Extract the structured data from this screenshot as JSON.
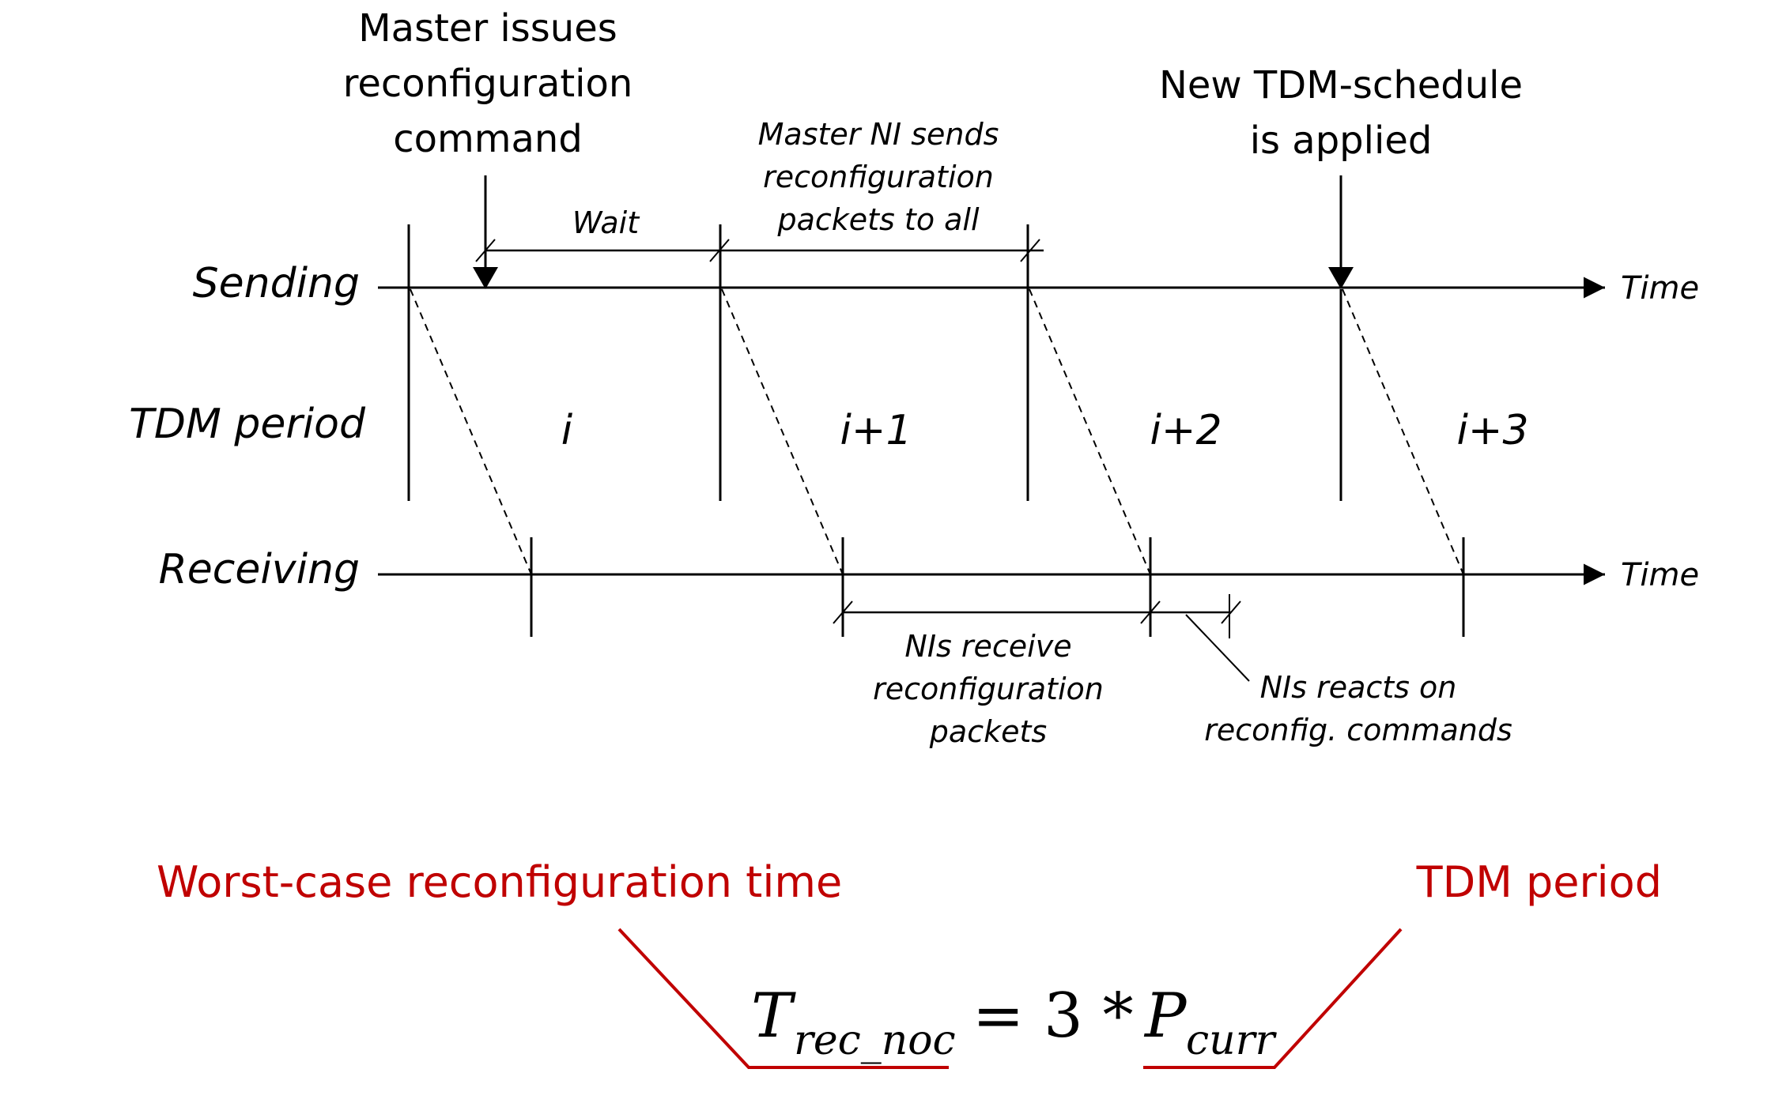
{
  "annotations": {
    "master_issues": [
      "Master issues",
      "reconfiguration",
      "command"
    ],
    "new_schedule": [
      "New TDM-schedule",
      "is applied"
    ],
    "wait": "Wait",
    "master_ni_sends": [
      "Master NI sends",
      "reconfiguration",
      "packets to all"
    ],
    "nis_receive": [
      "NIs receive",
      "reconfiguration",
      "packets"
    ],
    "nis_react": [
      "NIs reacts on",
      "reconfig. commands"
    ]
  },
  "rows": {
    "sending": "Sending",
    "tdm_period": "TDM period",
    "receiving": "Receiving"
  },
  "axis": {
    "time_top": "Time",
    "time_bottom": "Time"
  },
  "periods": [
    "i",
    "i+1",
    "i+2",
    "i+3"
  ],
  "formula": {
    "lhs_symbol": "T",
    "lhs_subscript": "rec_noc",
    "operator": "= 3 *",
    "rhs_symbol": "P",
    "rhs_subscript": "curr"
  },
  "callouts": {
    "worst_case": "Worst-case reconfiguration time",
    "tdm_period": "TDM period"
  },
  "colors": {
    "accent": "#c00000",
    "line": "#000000"
  }
}
